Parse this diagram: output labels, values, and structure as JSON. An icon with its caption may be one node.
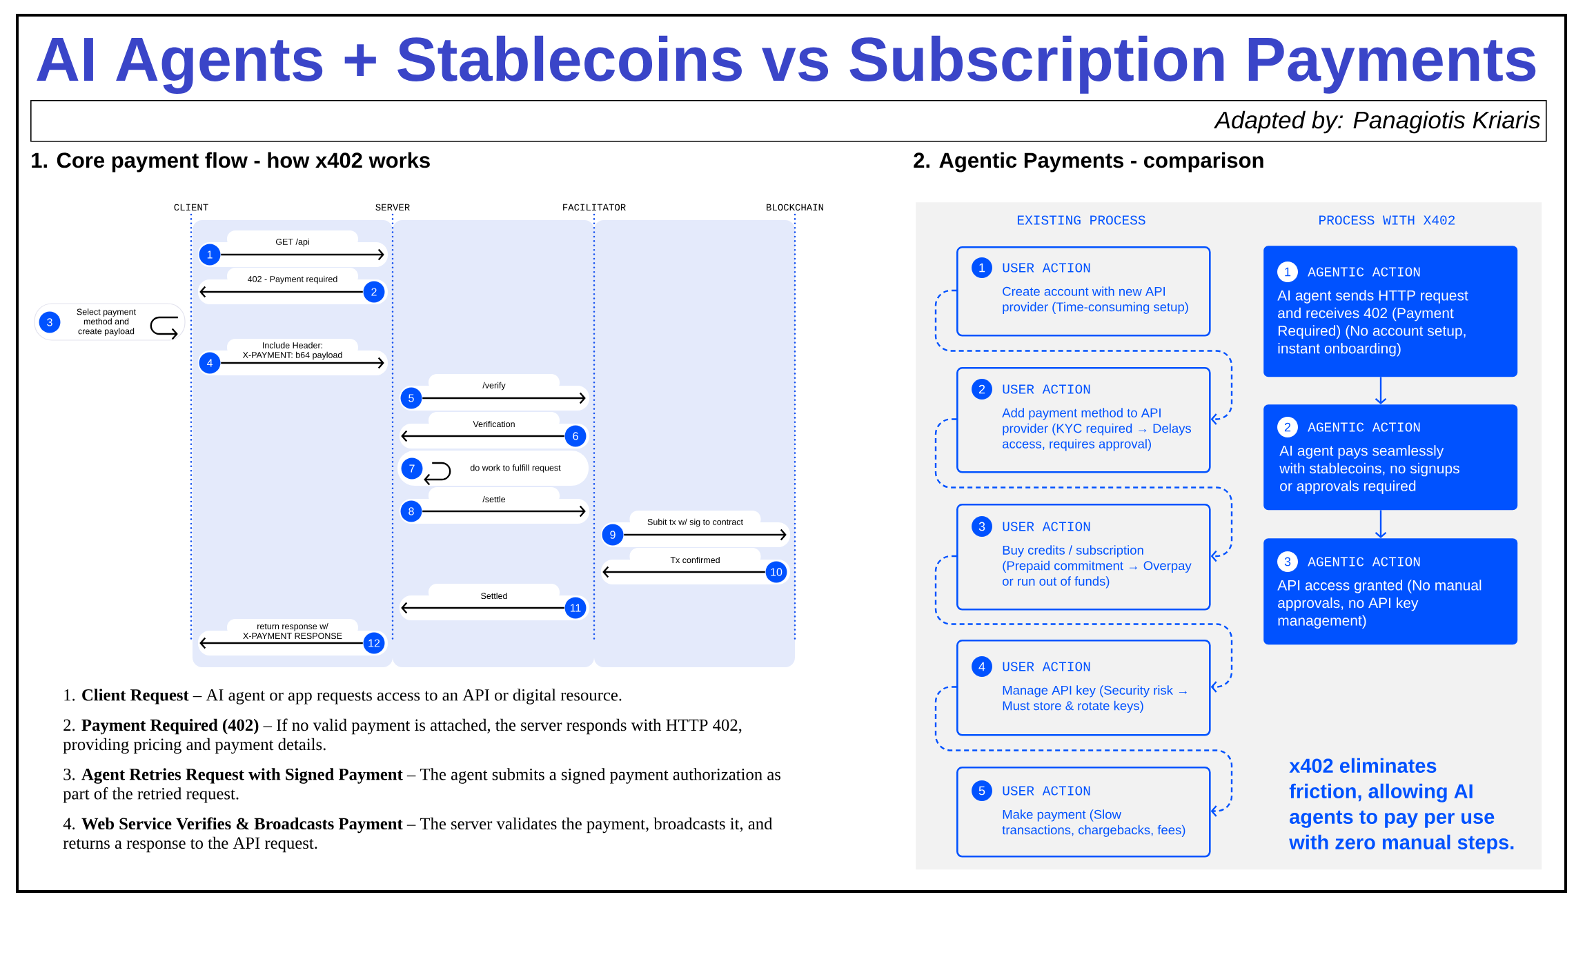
{
  "diagram": {
    "title": "AI Agents + Stablecoins vs Subscription Payments",
    "nodes": [
      {
        "text": [
          "Adapted by: Panagiotis Kriaris"
        ]
      },
      {
        "text": [
          "CLIENT"
        ]
      },
      {
        "text": [
          "SERVER"
        ]
      },
      {
        "text": [
          "FACILITATOR"
        ]
      },
      {
        "text": [
          "BLOCKCHAIN"
        ]
      },
      {
        "text": [
          "EXISTING PROCESS",
          "PROCESS WITH X402",
          "x402 eliminates friction, allowing AI agents to pay per use with zero manual steps."
        ]
      },
      {
        "text": [
          "1",
          "USER ACTION",
          "Create account with new API provider (Time-consuming setup)"
        ],
        "in": 5
      },
      {
        "text": [
          "2",
          "USER ACTION",
          "Add payment method to API provider (KYC required → Delays access, requires approval)"
        ],
        "in": 5
      },
      {
        "text": [
          "3",
          "USER ACTION",
          "Buy credits / subscription (Prepaid commitment → Overpay or run out of funds)"
        ],
        "in": 5
      },
      {
        "text": [
          "4",
          "USER ACTION",
          "Manage API key (Security risk → Must store & rotate keys)"
        ],
        "in": 5
      },
      {
        "text": [
          "5",
          "USER ACTION",
          "Make payment (Slow transactions, chargebacks, fees)"
        ],
        "in": 5
      },
      {
        "text": [
          "1",
          "AGENTIC ACTION",
          "AI agent sends HTTP request and receives 402 (Payment Required) (No account setup, instant onboarding)"
        ],
        "in": 5
      },
      {
        "text": [
          "2",
          "AGENTIC ACTION",
          "AI agent pays seamlessly with stablecoins, no signups or approvals required"
        ],
        "in": 5
      },
      {
        "text": [
          "3",
          "AGENTIC ACTION",
          "API access granted (No manual approvals, no API key management)"
        ],
        "in": 5
      }
    ],
    "edges": [
      {
        "from": 1,
        "to": 2,
        "arrow": "to",
        "label": "GET /api"
      },
      {
        "from": 2,
        "to": 1,
        "arrow": "to",
        "label": "402 - Payment required"
      },
      {
        "from": 1,
        "to": 1,
        "arrow": "to",
        "label": "Select payment method and create payload"
      },
      {
        "from": 1,
        "to": 2,
        "arrow": "to",
        "label": "Include Header: X-PAYMENT: b64 payload"
      },
      {
        "from": 2,
        "to": 3,
        "arrow": "to",
        "label": "/verify"
      },
      {
        "from": 3,
        "to": 2,
        "arrow": "to",
        "label": "Verification"
      },
      {
        "from": 2,
        "to": 2,
        "arrow": "to",
        "label": "do work to fulfill request"
      },
      {
        "from": 2,
        "to": 3,
        "arrow": "to",
        "label": "/settle"
      },
      {
        "from": 3,
        "to": 4,
        "arrow": "to",
        "label": "Subit tx w/ sig to contract"
      },
      {
        "from": 4,
        "to": 3,
        "arrow": "to",
        "label": "Tx confirmed"
      },
      {
        "from": 3,
        "to": 2,
        "arrow": "to",
        "label": "Settled"
      },
      {
        "from": 2,
        "to": 1,
        "arrow": "to",
        "label": "return response w/ X-PAYMENT RESPONSE"
      },
      {
        "from": 6,
        "to": 7,
        "arrow": "to",
        "style": "dashed",
        "color": "#0052ff"
      },
      {
        "from": 7,
        "to": 8,
        "arrow": "to",
        "style": "dashed",
        "color": "#0052ff"
      },
      {
        "from": 8,
        "to": 9,
        "arrow": "to",
        "style": "dashed",
        "color": "#0052ff"
      },
      {
        "from": 9,
        "to": 10,
        "arrow": "to",
        "style": "dashed",
        "color": "#0052ff"
      },
      {
        "from": 11,
        "to": 12,
        "arrow": "to",
        "color": "#0052ff"
      },
      {
        "from": 12,
        "to": 13,
        "arrow": "to",
        "color": "#0052ff"
      }
    ],
    "labels": [
      "1. Core payment flow - how x402 works",
      "2. Agentic Payments - comparison",
      "1",
      "2",
      "3",
      "4",
      "5",
      "6",
      "7",
      "8",
      "9",
      "10",
      "11",
      "12",
      "1. **Client Request** – AI agent or app requests access to an API or digital resource.",
      "2. **Payment Required (402)** – If no valid payment is attached, the server responds with HTTP 402, providing pricing and payment details.",
      "3. **Agent Retries Request with Signed Payment** – The agent submits a signed payment authorization as part of the retried request.",
      "4. **Web Service Verifies & Broadcasts Payment** – The server validates the payment, broadcasts it, and returns a response to the API request."
    ]
  }
}
